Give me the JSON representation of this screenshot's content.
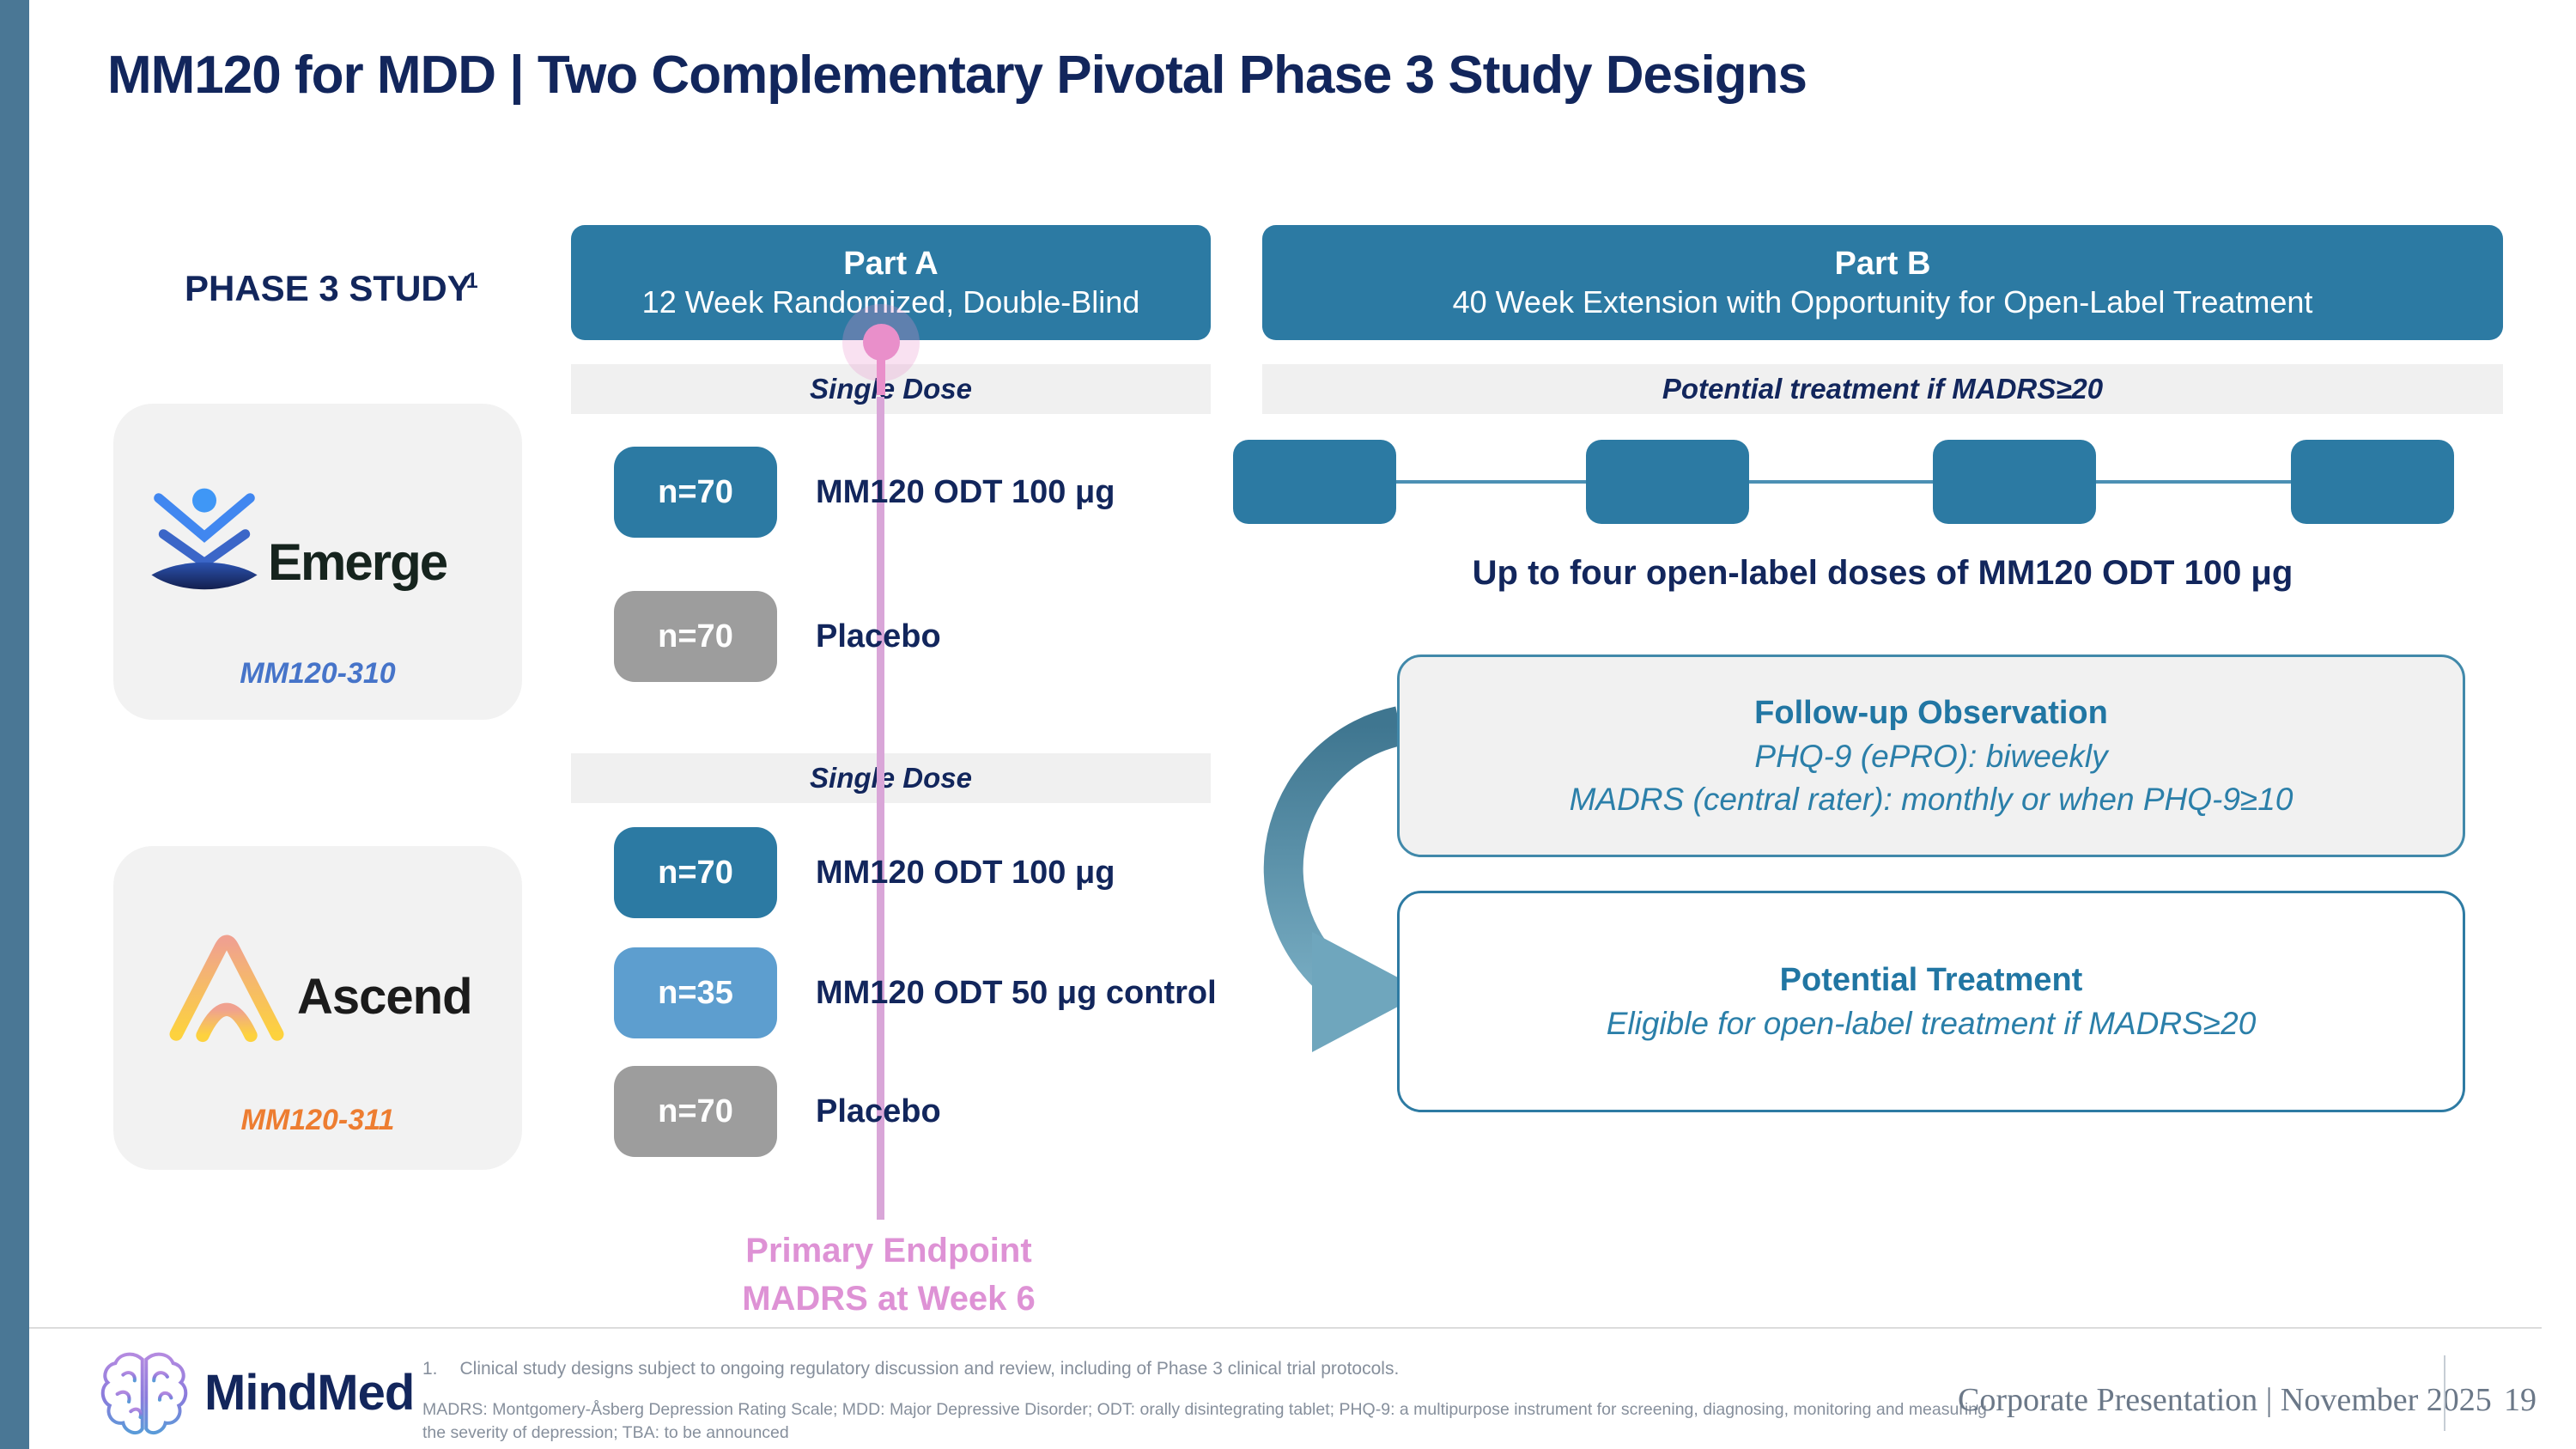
{
  "slide": {
    "title": "MM120 for MDD | Two Complementary Pivotal Phase 3 Study Designs"
  },
  "phase_label": {
    "text": "PHASE 3 STUDY",
    "superscript": "1"
  },
  "studies": [
    {
      "name": "Emerge",
      "code": "MM120-310",
      "code_color": "#4674c9",
      "icon": "emerge-logo-icon"
    },
    {
      "name": "Ascend",
      "code": "MM120-311",
      "code_color": "#ed7d31",
      "icon": "ascend-logo-icon"
    }
  ],
  "part_a": {
    "title": "Part A",
    "subtitle": "12 Week Randomized, Double-Blind",
    "groups": [
      {
        "phase_note": "Single Dose",
        "arms": [
          {
            "n": "n=70",
            "label": "MM120 ODT 100 μg",
            "color": "#2c7aa3"
          },
          {
            "n": "n=70",
            "label": "Placebo",
            "color": "#9d9d9d"
          }
        ]
      },
      {
        "phase_note": "Single Dose",
        "arms": [
          {
            "n": "n=70",
            "label": "MM120 ODT 100 μg",
            "color": "#2c7aa3"
          },
          {
            "n": "n=35",
            "label": "MM120 ODT 50 μg control",
            "color": "#5d9ecf"
          },
          {
            "n": "n=70",
            "label": "Placebo",
            "color": "#9d9d9d"
          }
        ]
      }
    ],
    "endpoint": {
      "line1": "Primary Endpoint",
      "line2": "MADRS at Week 6"
    }
  },
  "part_b": {
    "title": "Part B",
    "subtitle": "40 Week Extension with Opportunity for Open-Label Treatment",
    "note": "Potential treatment if MADRS≥20",
    "open_label_dose_count": 4,
    "doses_caption": "Up to four open-label doses of MM120 ODT 100 μg",
    "followup": {
      "title": "Follow-up Observation",
      "line1": "PHQ-9 (ePRO): biweekly",
      "line2": "MADRS (central rater): monthly or when PHQ-9≥10"
    },
    "potential": {
      "title": "Potential Treatment",
      "line1": "Eligible for open-label treatment if MADRS≥20"
    }
  },
  "footer": {
    "brand": "MindMed",
    "brand_icon": "mindmed-brain-icon",
    "footnote1_num": "1.",
    "footnote1": "Clinical study designs subject to ongoing regulatory discussion and review, including of Phase 3 clinical trial protocols.",
    "footnote2": "MADRS: Montgomery-Åsberg Depression Rating Scale; MDD: Major Depressive Disorder; ODT: orally disintegrating tablet; PHQ-9: a multipurpose instrument for screening, diagnosing, monitoring and measuring the severity of depression; TBA: to be announced",
    "presentation": "Corporate Presentation | November 2025",
    "page": "19"
  },
  "colors": {
    "accent_bar": "#4a7795",
    "navy_text": "#12265c",
    "teal_fill": "#2c7aa3",
    "light_blue_fill": "#5d9ecf",
    "gray_fill": "#9d9d9d",
    "note_bar_bg": "#f0f0f0",
    "card_bg": "#f2f2f2",
    "teal_text": "#2176a3",
    "pink_marker": "#e98fca",
    "pink_line": "#d9a6d8",
    "pink_text": "#de92d5"
  }
}
